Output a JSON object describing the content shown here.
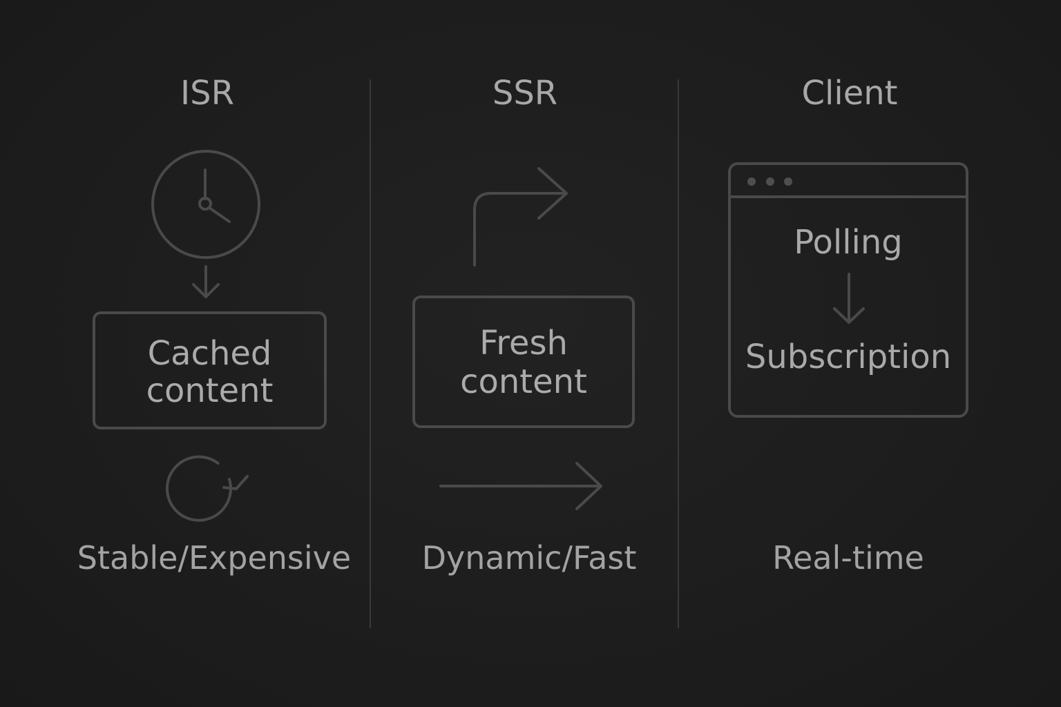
{
  "columns": {
    "isr": {
      "title": "ISR",
      "box_line1": "Cached",
      "box_line2": "content",
      "caption": "Stable/Expensive",
      "icons": [
        "clock-icon",
        "arrow-down-icon",
        "refresh-icon"
      ]
    },
    "ssr": {
      "title": "SSR",
      "box_line1": "Fresh",
      "box_line2": "content",
      "caption": "Dynamic/Fast",
      "icons": [
        "turn-right-arrow-icon",
        "arrow-right-icon"
      ]
    },
    "client": {
      "title": "Client",
      "window_top": "Polling",
      "window_bottom": "Subscription",
      "caption": "Real-time",
      "icons": [
        "browser-window-icon",
        "arrow-down-icon"
      ]
    }
  },
  "colors": {
    "background": "#1d1d1d",
    "stroke": "#4a4a4a",
    "text": "#a6a6a6",
    "divider": "#3a3a3a"
  }
}
